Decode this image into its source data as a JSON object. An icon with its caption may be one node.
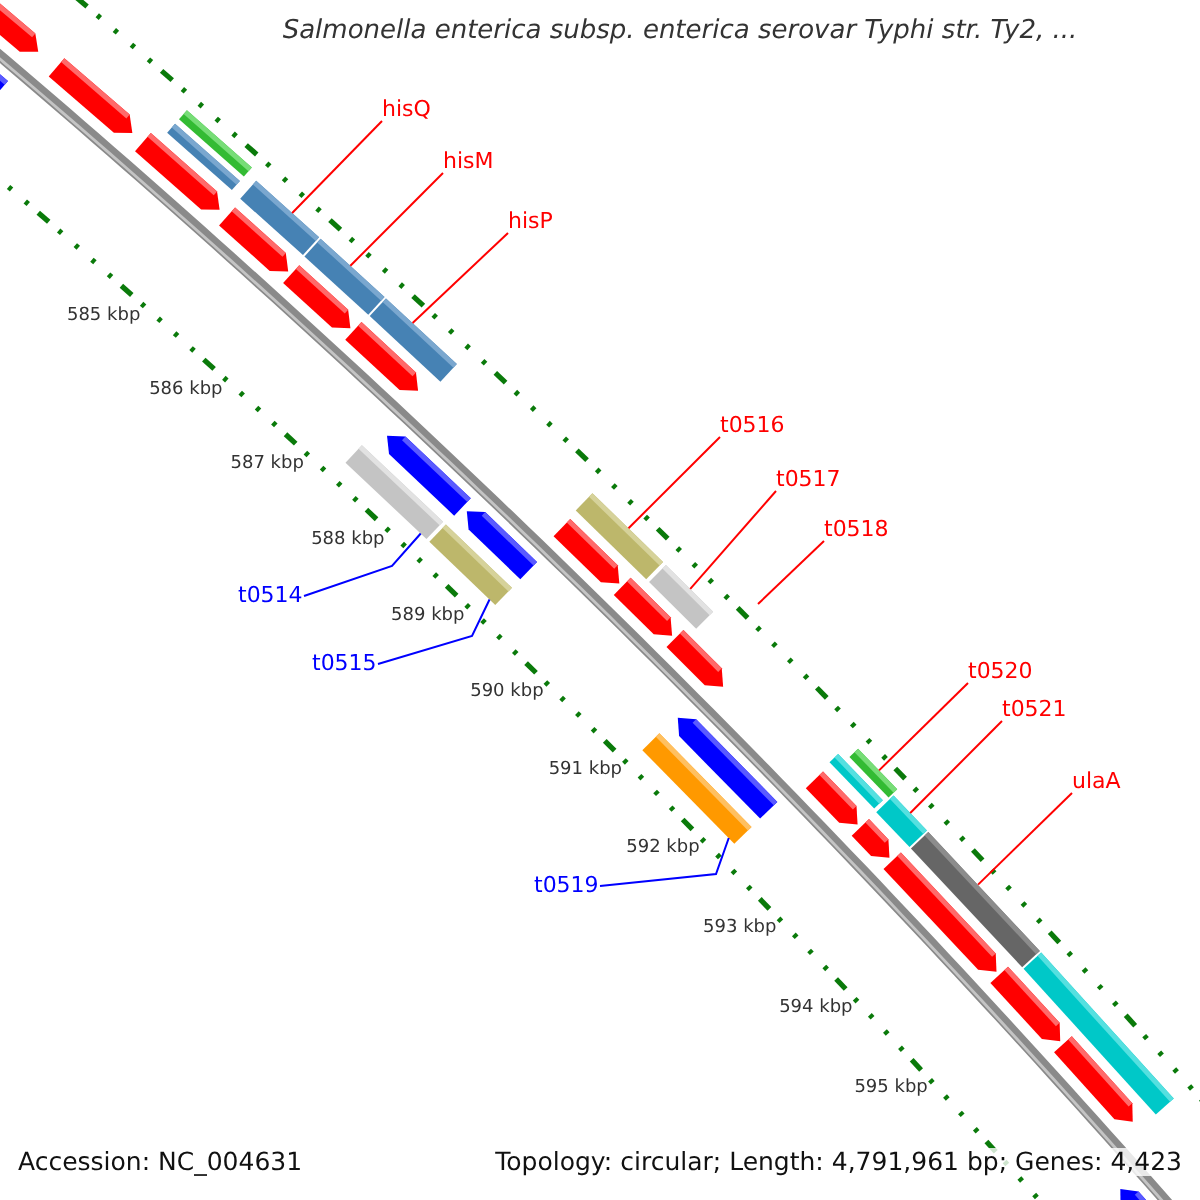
{
  "diagram": {
    "title": "Salmonella enterica subsp. enterica serovar Typhi str. Ty2, ...",
    "nodes": [
      {
        "text": [
          "hisQ"
        ]
      },
      {
        "text": [
          "hisM"
        ]
      },
      {
        "text": [
          "hisP"
        ]
      },
      {
        "text": [
          "t0516"
        ]
      },
      {
        "text": [
          "t0517"
        ]
      },
      {
        "text": [
          "t0518"
        ]
      },
      {
        "text": [
          "t0514"
        ]
      },
      {
        "text": [
          "t0515"
        ]
      },
      {
        "text": [
          "t0520"
        ]
      },
      {
        "text": [
          "t0521"
        ]
      },
      {
        "text": [
          "ulaA"
        ]
      },
      {
        "text": [
          "t0519"
        ]
      },
      {
        "text": [],
        "shape": "bar"
      },
      {
        "text": [],
        "shape": "bar"
      },
      {
        "text": [],
        "shape": "bar"
      },
      {
        "text": [],
        "shape": "bar"
      },
      {
        "text": [],
        "shape": "bar"
      },
      {
        "text": [],
        "shape": "bar"
      },
      {
        "text": [],
        "shape": "bar"
      },
      {
        "text": [],
        "shape": "bar"
      },
      {
        "text": [],
        "shape": "bar"
      },
      {
        "text": [],
        "shape": "bar"
      },
      {
        "text": [],
        "shape": "bar"
      },
      {
        "text": [],
        "shape": "bar"
      }
    ],
    "edges": [
      {
        "from": 0,
        "to": 13,
        "arrow": "none"
      },
      {
        "from": 1,
        "to": 14,
        "arrow": "none"
      },
      {
        "from": 2,
        "to": 15,
        "arrow": "none"
      },
      {
        "from": 3,
        "to": 18,
        "arrow": "none"
      },
      {
        "from": 4,
        "to": 19,
        "arrow": "none"
      },
      {
        "from": 5,
        "to": null,
        "arrow": "none"
      },
      {
        "from": 6,
        "to": 16,
        "arrow": "none",
        "color": "#0000ff"
      },
      {
        "from": 7,
        "to": 17,
        "arrow": "none",
        "color": "#0000ff"
      },
      {
        "from": 8,
        "to": 21,
        "arrow": "none"
      },
      {
        "from": 9,
        "to": 22,
        "arrow": "none"
      },
      {
        "from": 10,
        "to": 23,
        "arrow": "none"
      },
      {
        "from": 11,
        "to": 20,
        "arrow": "none",
        "color": "#0000ff"
      }
    ],
    "labels": [
      "585 kbp",
      "586 kbp",
      "587 kbp",
      "588 kbp",
      "589 kbp",
      "590 kbp",
      "591 kbp",
      "592 kbp",
      "593 kbp",
      "594 kbp",
      "595 kbp",
      "Accession: NC_004631",
      "Topology: circular; Length: 4,791,961 bp; Genes: 4,423"
    ]
  }
}
